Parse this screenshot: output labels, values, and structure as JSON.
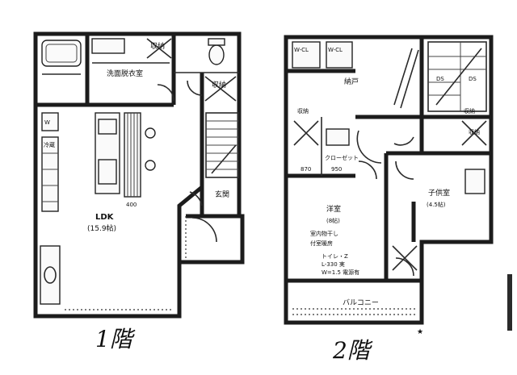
{
  "floor1": {
    "label": "1階",
    "rooms": {
      "ldk": "LDK",
      "ldk_size": "(15.9帖)",
      "washroom": "洗面脱衣室",
      "storage1": "収納",
      "storage2": "収納",
      "entrance": "玄関",
      "fridge": "冷蔵",
      "mark_400": "400"
    }
  },
  "floor2": {
    "label": "2階",
    "rooms": {
      "hall": "納戸",
      "western": "洋室",
      "western_size": "(8帖)",
      "western_note1": "室内物干し",
      "western_note2": "付室暖房",
      "western_note3": "トイレ・Z",
      "western_note4": "L-330 実",
      "western_note5": "W=1.5 電源有",
      "room2": "子供室",
      "room2_size": "(4.5帖)",
      "closet": "クローゼット",
      "balcony": "バルコニー",
      "storage": "収納",
      "storage2": "収納",
      "storage3": "収納",
      "tag_a": "W-CL",
      "tag_b": "W-CL",
      "tag_c": "870",
      "tag_d": "950",
      "tag_e": "DS",
      "tag_f": "DS",
      "star": "★"
    }
  }
}
